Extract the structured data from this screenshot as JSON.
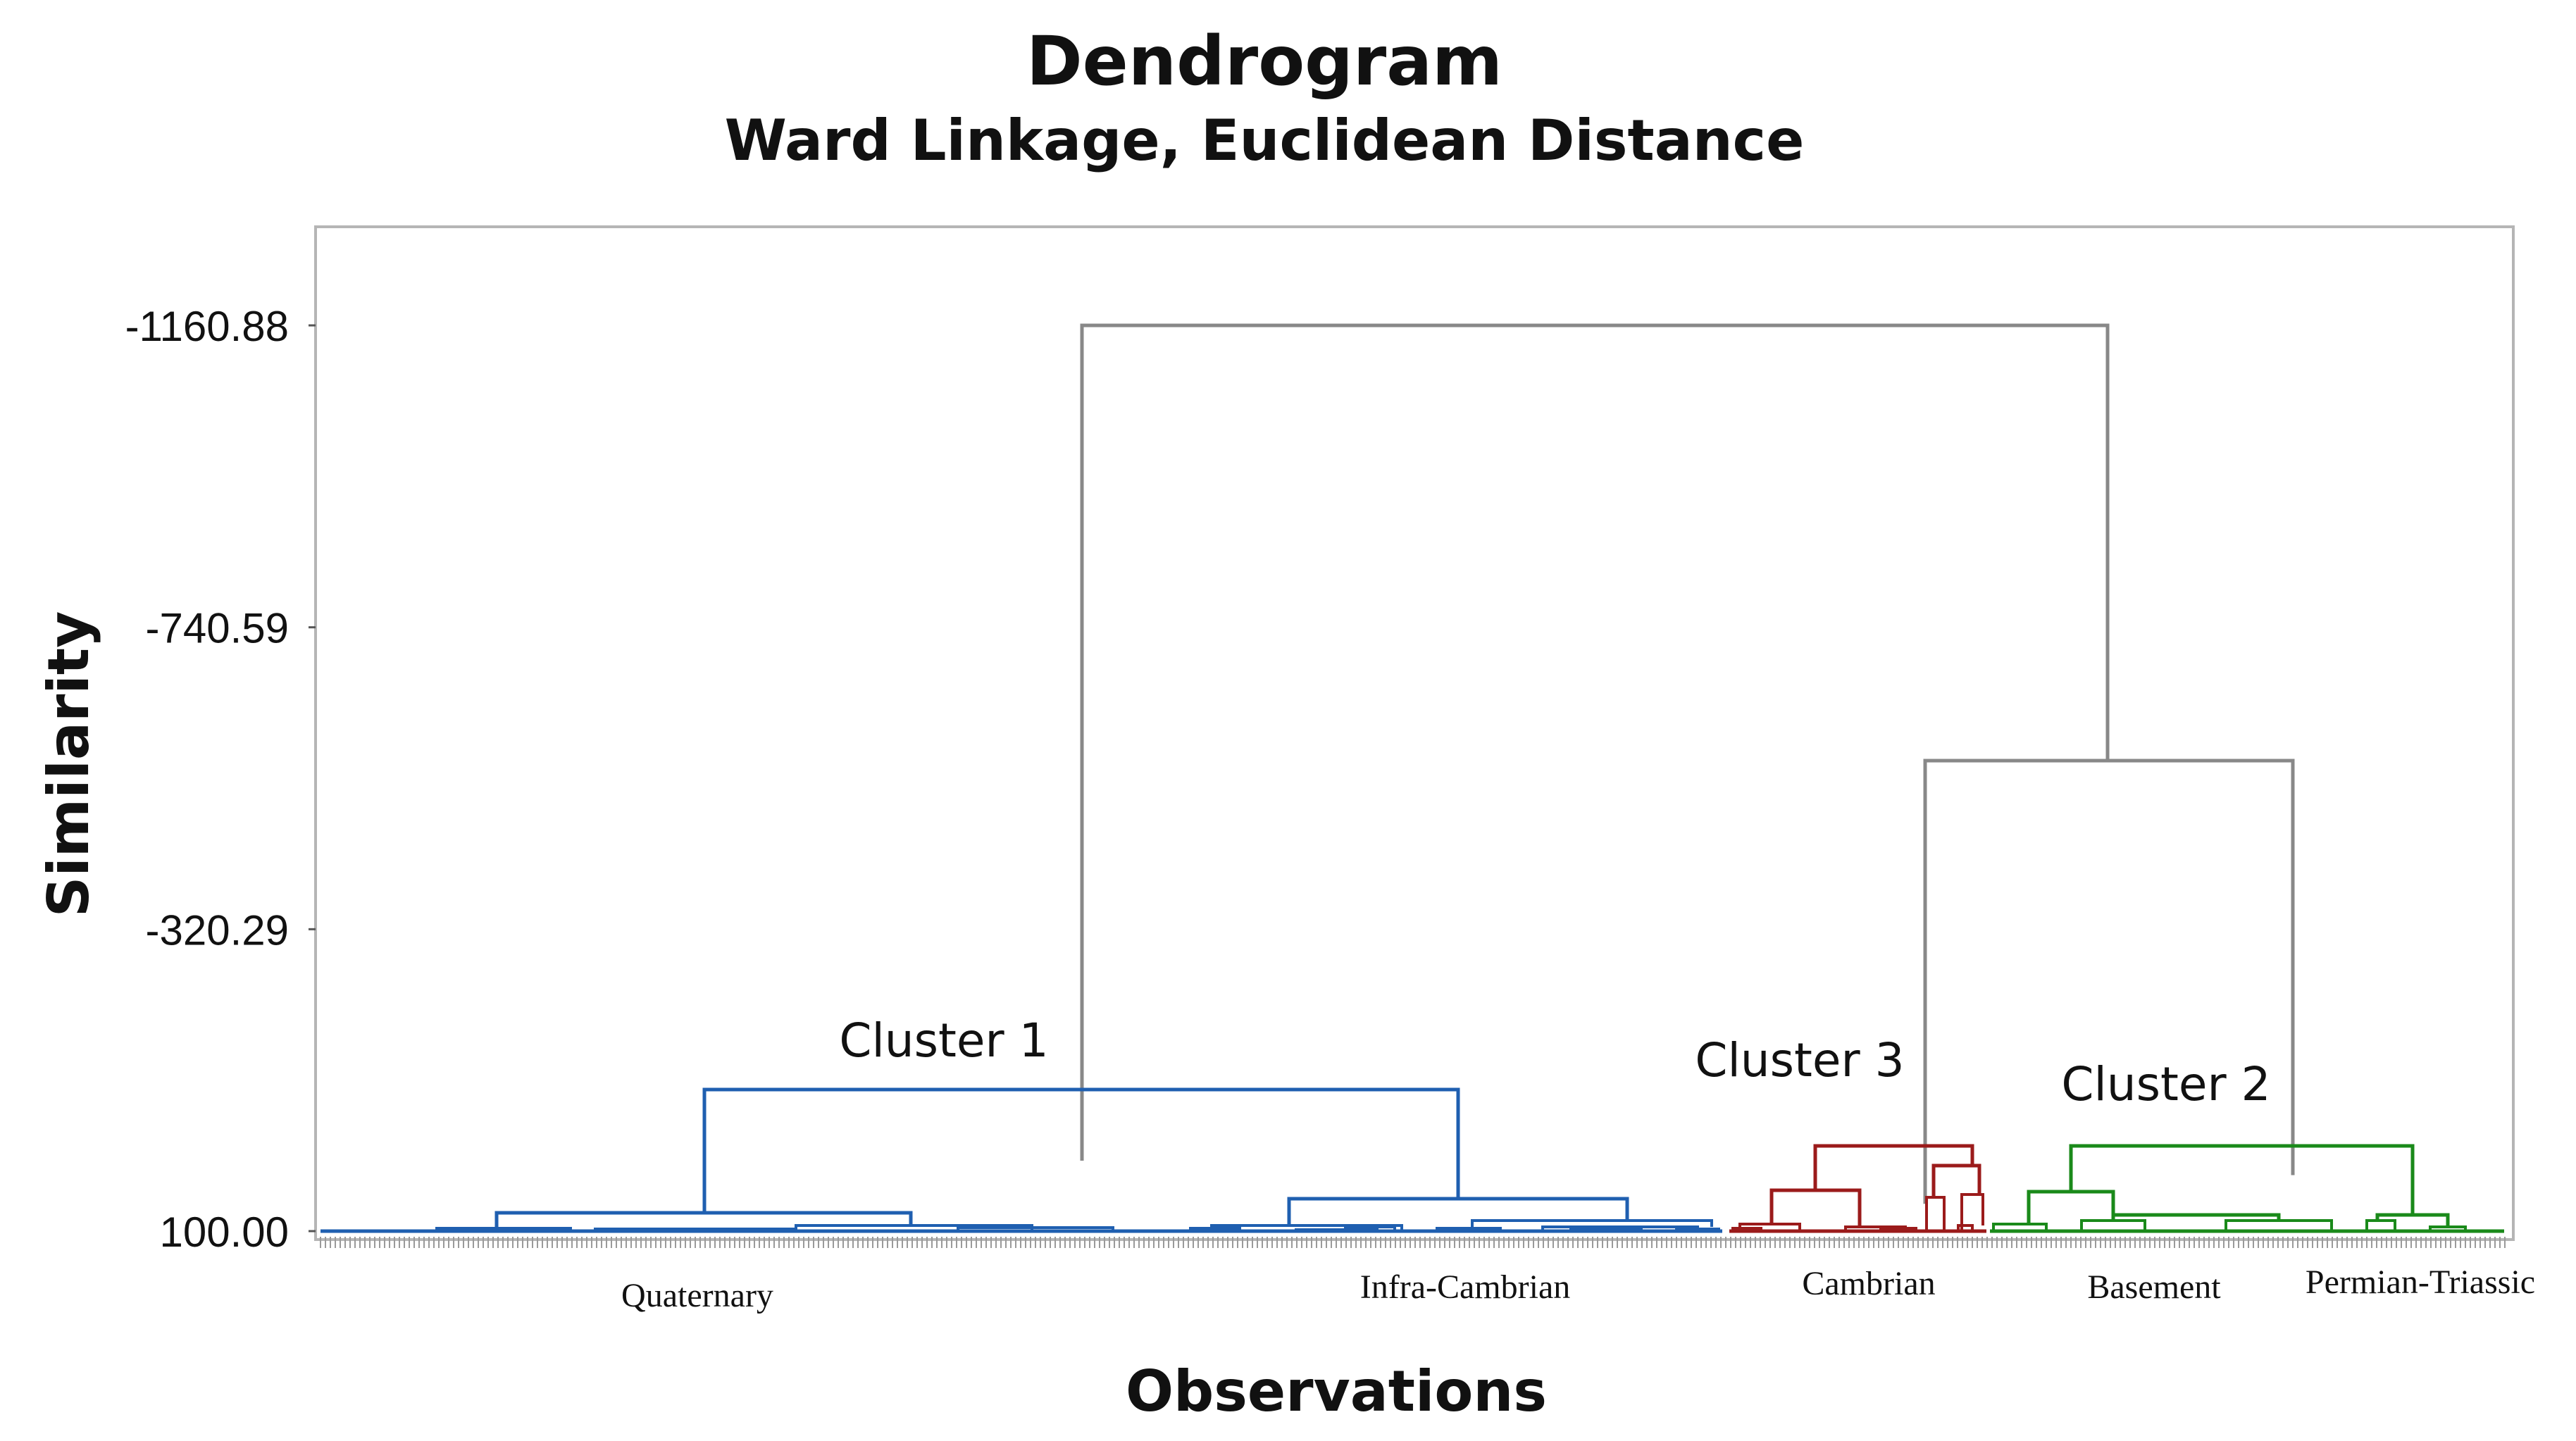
{
  "chart_data": {
    "type": "dendrogram",
    "title": "Dendrogram",
    "subtitle": "Ward Linkage, Euclidean Distance",
    "xlabel": "Observations",
    "ylabel": "Similarity",
    "y_ticks": [
      "-1160.88",
      "-740.59",
      "-320.29",
      "100.00"
    ],
    "y_tick_values": [
      -1160.88,
      -740.59,
      -320.29,
      100.0
    ],
    "ylim": [
      -1300,
      100
    ],
    "observation_groups": [
      "Quaternary",
      "Infra-Cambrian",
      "Cambrian",
      "Basement",
      "Permian-Triassic"
    ],
    "clusters": [
      {
        "name": "Cluster 1",
        "color": "#1f5fb0"
      },
      {
        "name": "Cluster 3",
        "color": "#9b1b1b"
      },
      {
        "name": "Cluster 2",
        "color": "#1a8a1a"
      }
    ],
    "link_color": "#888888",
    "merges": [
      {
        "label": "root",
        "similarity": -1160.88
      },
      {
        "label": "cluster2+cluster3",
        "similarity": -555
      },
      {
        "label": "cluster1",
        "similarity": 2
      },
      {
        "label": "cluster3",
        "similarity": 62
      },
      {
        "label": "cluster2",
        "similarity": 22
      }
    ],
    "grid": false
  }
}
